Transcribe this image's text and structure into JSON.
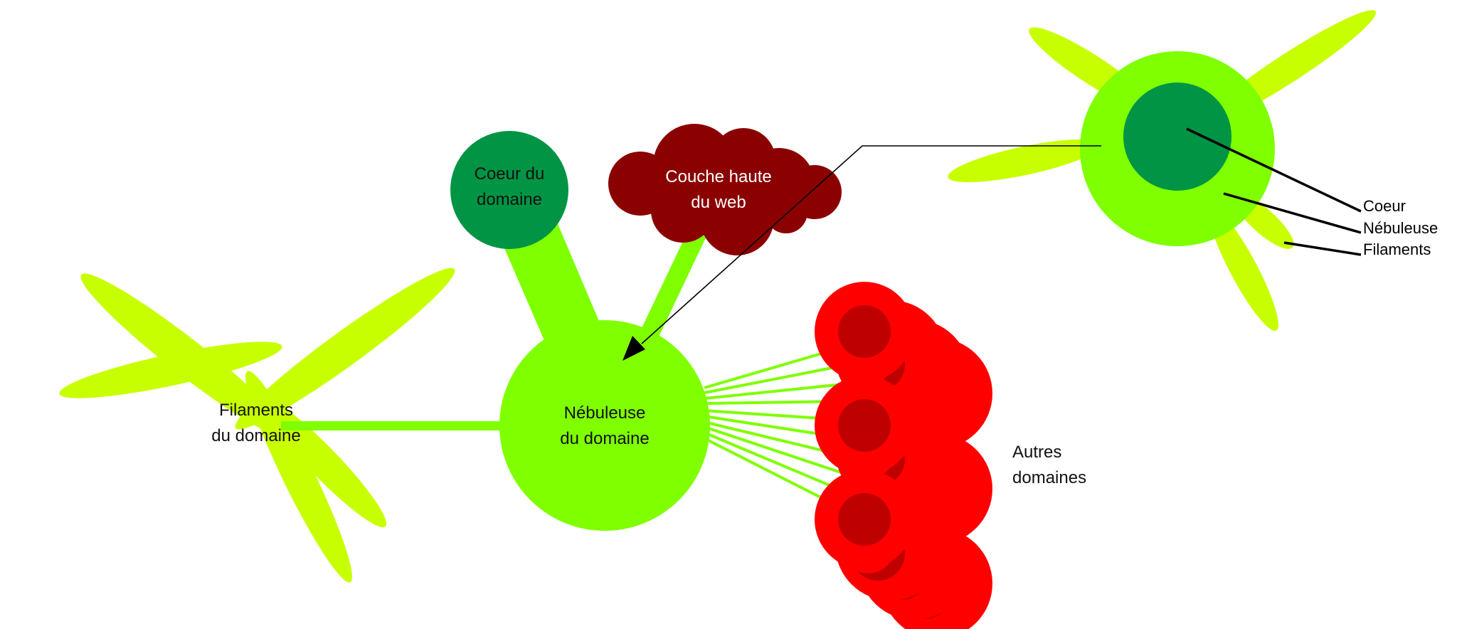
{
  "colors": {
    "filament": "#c8ff00",
    "nebula": "#7fff00",
    "core": "#009444",
    "web_top": "#8b0000",
    "other_outer": "#ff0000",
    "other_inner": "#bf0000",
    "line": "#000000"
  },
  "labels": {
    "filaments_line1": "Filaments",
    "filaments_line2": "du domaine",
    "nebula_line1": "Nébuleuse",
    "nebula_line2": "du domaine",
    "core_line1": "Coeur du",
    "core_line2": "domaine",
    "web_line1": "Couche haute",
    "web_line2": "du web",
    "others_line1": "Autres",
    "others_line2": "domaines"
  },
  "legend": {
    "core": "Coeur",
    "nebula": "Nébuleuse",
    "filaments": "Filaments"
  }
}
